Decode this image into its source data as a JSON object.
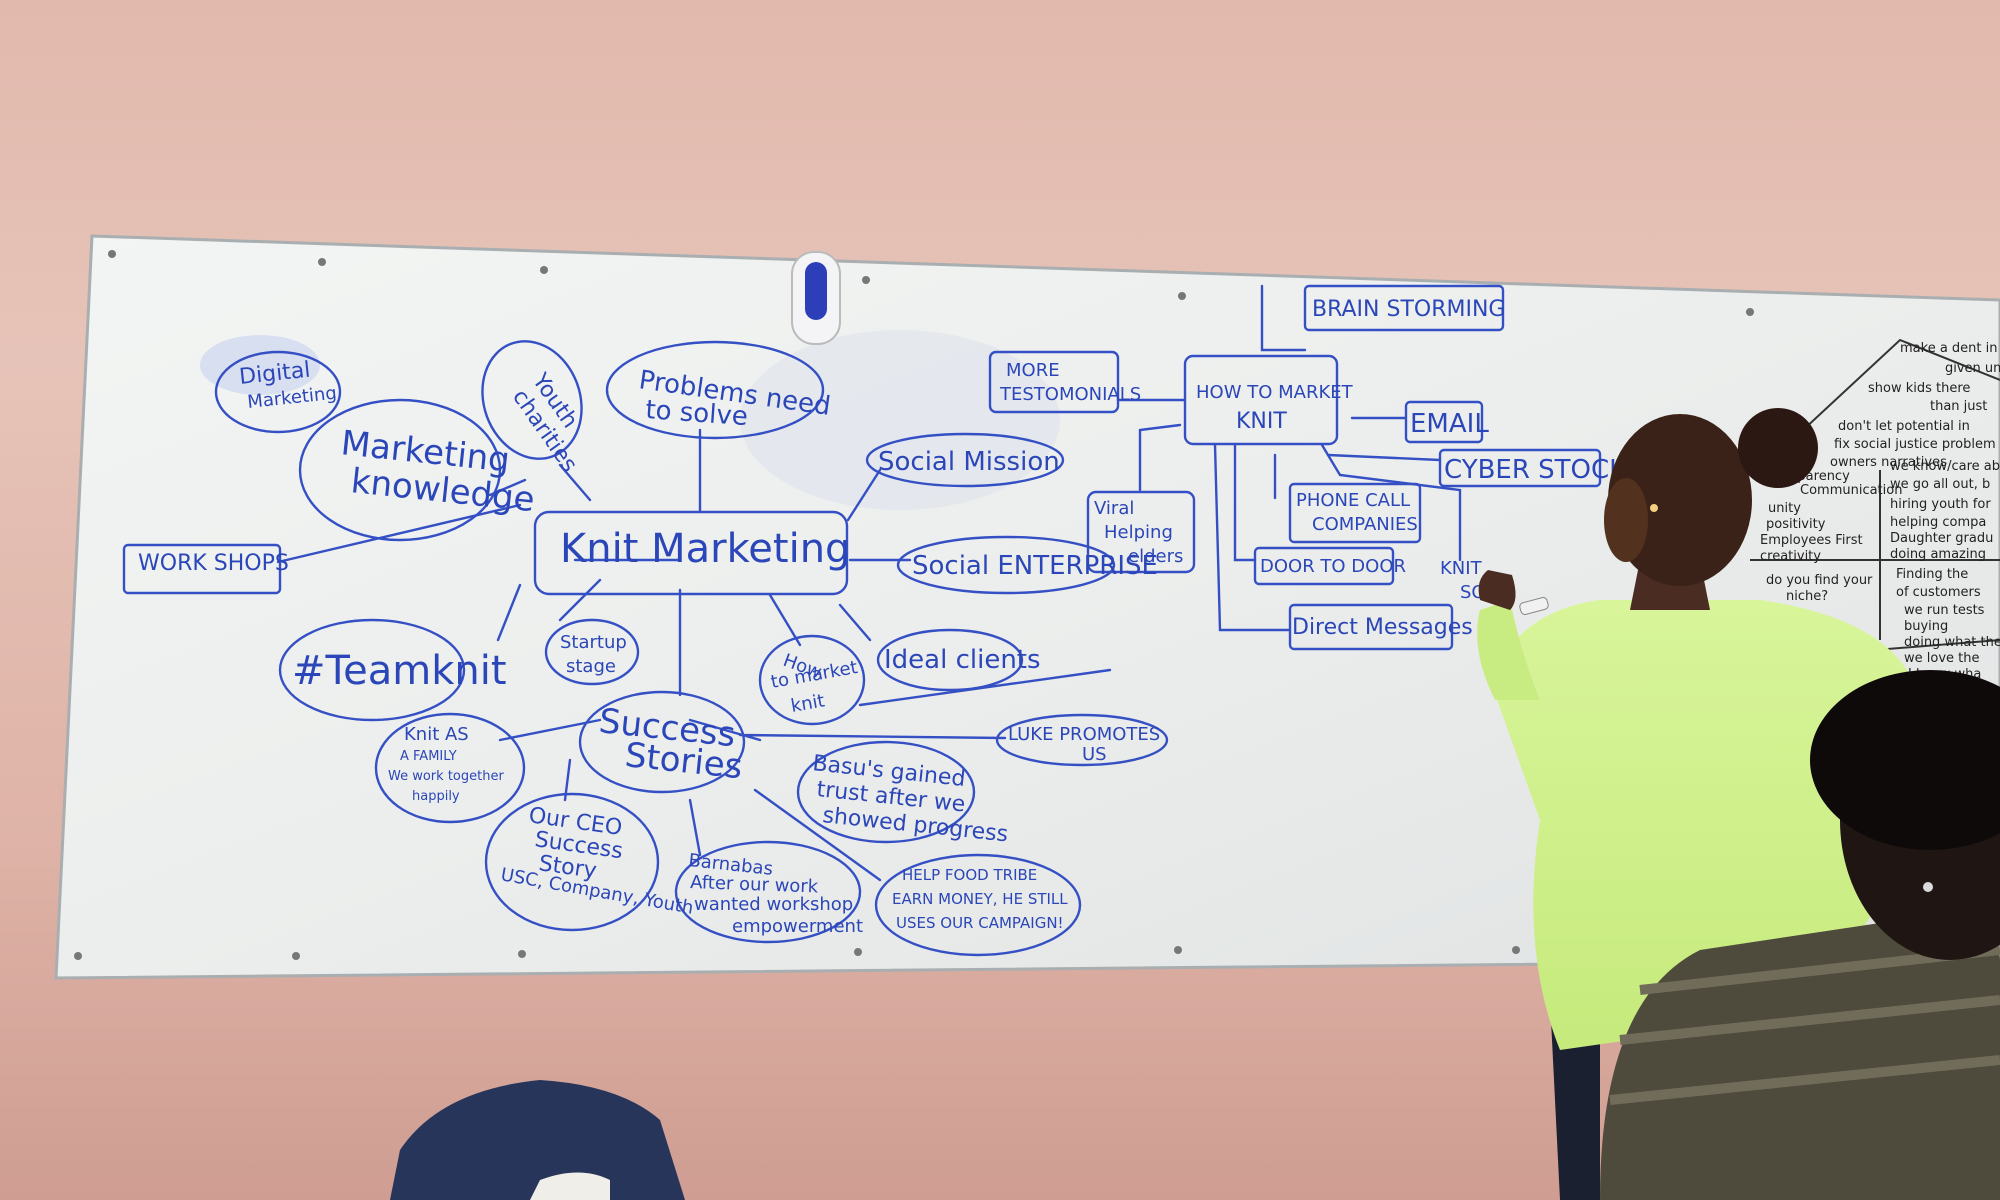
{
  "mindmap": {
    "center": "Knit Marketing",
    "nodes": {
      "digital_marketing": [
        "Digital",
        "Marketing"
      ],
      "youth_charities": [
        "Youth",
        "charities"
      ],
      "problems": [
        "Problems need",
        "to solve"
      ],
      "marketing_knowledge": [
        "Marketing",
        "knowledge"
      ],
      "social_mission": "Social Mission",
      "work_shops": "WORK SHOPS",
      "social_enterprise": "Social ENTERPRISE",
      "team_knit": "#Teamknit",
      "startup_stage": [
        "Startup",
        "stage"
      ],
      "how_to_market_knit": [
        "How",
        "to market",
        "knit"
      ],
      "ideal_clients": "Ideal clients",
      "success_stories": [
        "Success",
        "Stories"
      ],
      "luke_promotes": [
        "LUKE PROMOTES",
        "US"
      ],
      "knit_family": [
        "Knit AS",
        "A FAMILY",
        "We work together",
        "happily"
      ],
      "basus": [
        "Basu's gained",
        "trust after we",
        "showed progress"
      ],
      "ceo_story": [
        "Our CEO",
        "Success",
        "Story",
        "USC, Company, Youth"
      ],
      "barnabas": [
        "Barnabas",
        "After our work",
        "wanted workshop",
        "empowerment"
      ],
      "food_tribe": [
        "HELP FOOD TRIBE",
        "EARN MONEY, HE STILL",
        "USES OUR CAMPAIGN!"
      ],
      "brain_storming": "BRAIN STORMING",
      "more_testimonials": [
        "MORE",
        "TESTOMONIALS"
      ],
      "how_to_market_caps": [
        "HOW TO MARKET",
        "KNIT"
      ],
      "email": "EMAIL",
      "cyber_stock": "CYBER STOCK",
      "viral": [
        "Viral",
        "Helping",
        "elders"
      ],
      "phone_call": [
        "PHONE CALL",
        "COMPANIES"
      ],
      "door_to_door": "DOOR TO DOOR",
      "knit_soc": [
        "KNIT",
        "SOCI"
      ],
      "direct_messages": "Direct Messages"
    }
  },
  "side_notes": {
    "top": [
      "make a dent in",
      "given un",
      "show kids there",
      "than just",
      "don't let potential in",
      "fix social justice problem",
      "owners narratives"
    ],
    "left_list": [
      "Communication",
      "unity",
      "positivity",
      "Employees First",
      "creativity",
      "transparency"
    ],
    "right_list": [
      "we know/care abo",
      "we go all out, b",
      "hiring youth for",
      "helping compa",
      "Daughter gradu",
      "doing amazing"
    ],
    "bottom_left": [
      "do you find your",
      "niche?"
    ],
    "bottom_right": [
      "Finding the",
      "of customers",
      "we run tests",
      "buying",
      "doing what the",
      "we love the",
      "I know wha"
    ]
  }
}
